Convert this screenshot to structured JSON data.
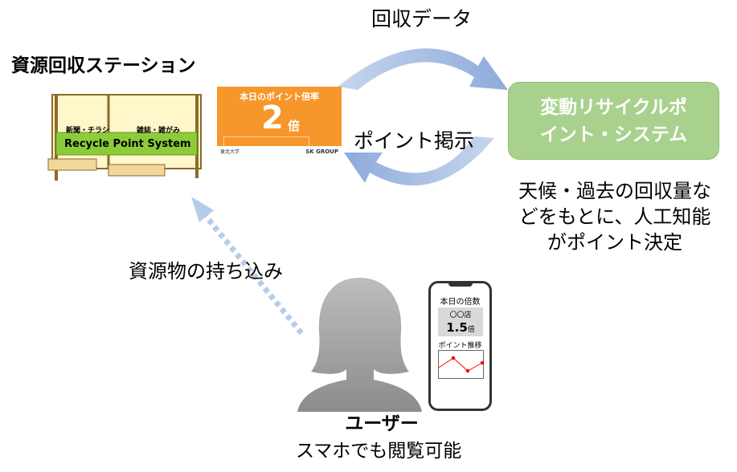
{
  "station": {
    "title": "資源回収ステーション",
    "banner": "Recycle Point System",
    "bin_left": "新聞・チラシ",
    "bin_right": "雑誌・雑がみ"
  },
  "sign": {
    "heading": "本日のポイント倍率",
    "value": "2",
    "unit": "倍",
    "footer_left": "東北大学",
    "footer_right": "SK GROUP"
  },
  "arrows": {
    "top_label": "回収データ",
    "bottom_label": "ポイント掲示",
    "dotted_label": "資源物の持ち込み"
  },
  "system": {
    "line1": "変動リサイクルポ",
    "line2": "イント・システム",
    "description": [
      "天候・過去の回収量な",
      "どをもとに、人工知能",
      "がポイント決定"
    ]
  },
  "user": {
    "label": "ユーザー",
    "description": "スマホでも閲覧可能"
  },
  "phone": {
    "title": "本日の倍数",
    "store": "〇〇店",
    "value": "1.5",
    "unit": "倍",
    "chart_title": "ポイント推移",
    "trend": [
      1.0,
      1.6,
      0.8,
      1.3
    ]
  },
  "colors": {
    "arrow": "#a9c0e6",
    "system_box": "#a9d18e",
    "sign": "#f7962b",
    "dotted": "#b4cde8"
  }
}
